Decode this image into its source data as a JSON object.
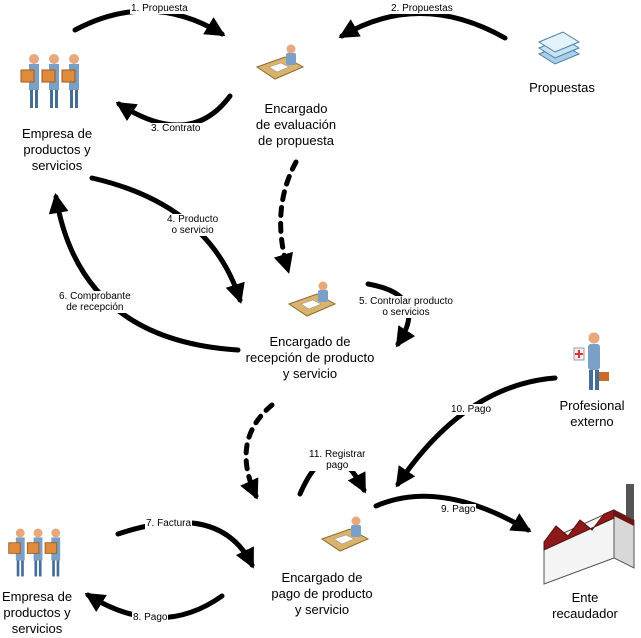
{
  "nodes": {
    "empresa_top": {
      "label": [
        "Empresa de",
        "productos y",
        "servicios"
      ],
      "icon": "people-with-boxes-icon"
    },
    "eval": {
      "label": [
        "Encargado",
        "de evaluación",
        "de propuesta"
      ],
      "icon": "person-at-desk-icon"
    },
    "propuestas": {
      "label": [
        "Propuestas"
      ],
      "icon": "document-stack-icon"
    },
    "recepcion": {
      "label": [
        "Encargado de",
        "recepción de producto",
        "y servicio"
      ],
      "icon": "person-at-desk-icon"
    },
    "profesional": {
      "label": [
        "Profesional",
        "externo"
      ],
      "icon": "person-with-briefcase-icon"
    },
    "pago": {
      "label": [
        "Encargado de",
        "pago de producto",
        "y servicio"
      ],
      "icon": "person-at-desk-icon"
    },
    "empresa_bottom": {
      "label": [
        "Empresa de",
        "productos y",
        "servicios"
      ],
      "icon": "people-with-boxes-icon"
    },
    "ente": {
      "label": [
        "Ente",
        "recaudador"
      ],
      "icon": "factory-icon"
    }
  },
  "edges": [
    {
      "id": "e1",
      "label": [
        "1. Propuesta"
      ]
    },
    {
      "id": "e2",
      "label": [
        "2. Propuestas"
      ]
    },
    {
      "id": "e3",
      "label": [
        "3. Contrato"
      ]
    },
    {
      "id": "e4",
      "label": [
        "4. Producto",
        "o servicio"
      ]
    },
    {
      "id": "e5",
      "label": [
        "5. Controlar producto",
        "o servicios"
      ]
    },
    {
      "id": "e6",
      "label": [
        "6. Comprobante",
        "de recepción"
      ]
    },
    {
      "id": "e7",
      "label": [
        "7. Factura"
      ]
    },
    {
      "id": "e8",
      "label": [
        "8. Pago"
      ]
    },
    {
      "id": "e9",
      "label": [
        "9. Pago"
      ]
    },
    {
      "id": "e10",
      "label": [
        "10. Pago"
      ]
    },
    {
      "id": "e11",
      "label": [
        "11. Registrar",
        "pago"
      ]
    }
  ]
}
